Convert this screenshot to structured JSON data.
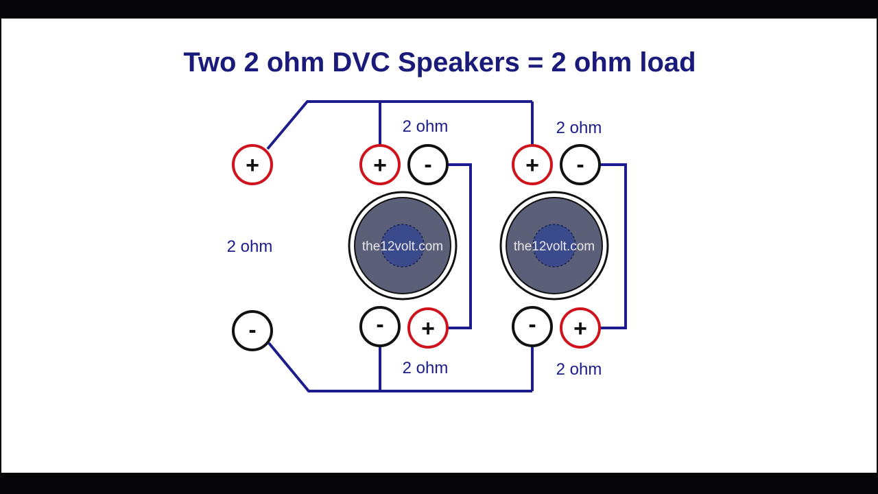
{
  "title": "Two 2 ohm DVC Speakers = 2 ohm load",
  "labels": {
    "spk1_top": "2 ohm",
    "spk2_top": "2 ohm",
    "amp": "2 ohm",
    "spk1_bottom": "2 ohm",
    "spk2_bottom": "2 ohm"
  },
  "terminals": {
    "plus": "+",
    "minus": "-"
  },
  "watermark": "the12volt.com",
  "colors": {
    "wire": "#1c1c8c",
    "positive": "#d0121c",
    "negative": "#111111",
    "title": "#1a1a7a",
    "cone": "#5b5f78",
    "dustcap": "#3a4a8a"
  }
}
